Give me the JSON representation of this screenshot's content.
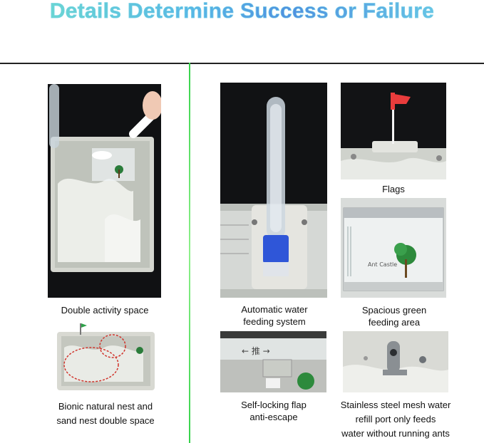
{
  "header": {
    "title": "Details Determine Success or Failure"
  },
  "captions": {
    "double_activity": "Double activity space",
    "bionic_nest_1": "Bionic natural nest and",
    "bionic_nest_2": "sand nest double space",
    "auto_water_1": "Automatic water",
    "auto_water_2": "feeding system",
    "flags": "Flags",
    "green_area_1": "Spacious green",
    "green_area_2": "feeding area",
    "flap_1": "Self-locking flap",
    "flap_2": "anti-escape",
    "mesh_1": "Stainless steel mesh water",
    "mesh_2": "refill port only feeds",
    "mesh_3": "water without running ants"
  },
  "labels": {
    "brand": "Ant Castle",
    "push_chars": "←推→"
  },
  "colors": {
    "title_start": "#6fe0cc",
    "title_end": "#4f8fe0",
    "divider": "#35d24a",
    "water": "#2f56d8",
    "flag": "#e93c3c"
  }
}
